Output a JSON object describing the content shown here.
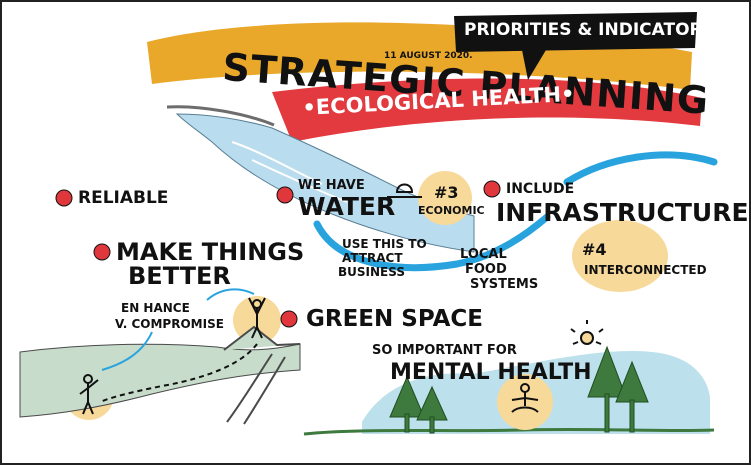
{
  "banner": {
    "title": "STRATEGIC PLANNING",
    "subtitle": "•ECOLOGICAL HEALTH•",
    "date": "11 AUGUST 2020.",
    "callout": "PRIORITIES & INDICATORS"
  },
  "notes": {
    "reliable": "RELIABLE",
    "make_things_line1": "MAKE THINGS",
    "make_things_line2": "BETTER",
    "enhance_line1": "EN HANCE",
    "enhance_line2": "V. COMPROMISE",
    "green_space": "GREEN SPACE",
    "so_important": "SO IMPORTANT FOR",
    "mental_health": "MENTAL HEALTH",
    "we_have": "WE HAVE",
    "water": "WATER",
    "num3": "#3",
    "economic": "ECONOMIC",
    "include": "INCLUDE",
    "infrastructure": "INFRASTRUCTURE",
    "use_this_line1": "USE THIS TO",
    "use_this_line2": "ATTRACT",
    "use_this_line3": "BUSINESS",
    "local_line1": "LOCAL",
    "local_line2": "FOOD",
    "local_line3": "SYSTEMS",
    "num4": "#4",
    "interconnected": "INTERCONNECTED"
  },
  "icons": [
    "red-bullet-icon",
    "camper-icon",
    "mountain-icon",
    "sun-icon",
    "pine-tree-icon",
    "meditating-person-icon",
    "hiker-icon",
    "arrow-icon"
  ],
  "colors": {
    "banner_yellow": "#E9A82A",
    "banner_red": "#E23A3F",
    "callout_black": "#111111",
    "accent_blue": "#29A3DE",
    "water_blue": "#B9DDEE",
    "highlight_yellow": "#F7D99A",
    "hill_green": "#C7DCCB",
    "sky_blue": "#BCE0EC",
    "tree_green": "#3E7A3E",
    "bullet_red": "#E0373C"
  }
}
